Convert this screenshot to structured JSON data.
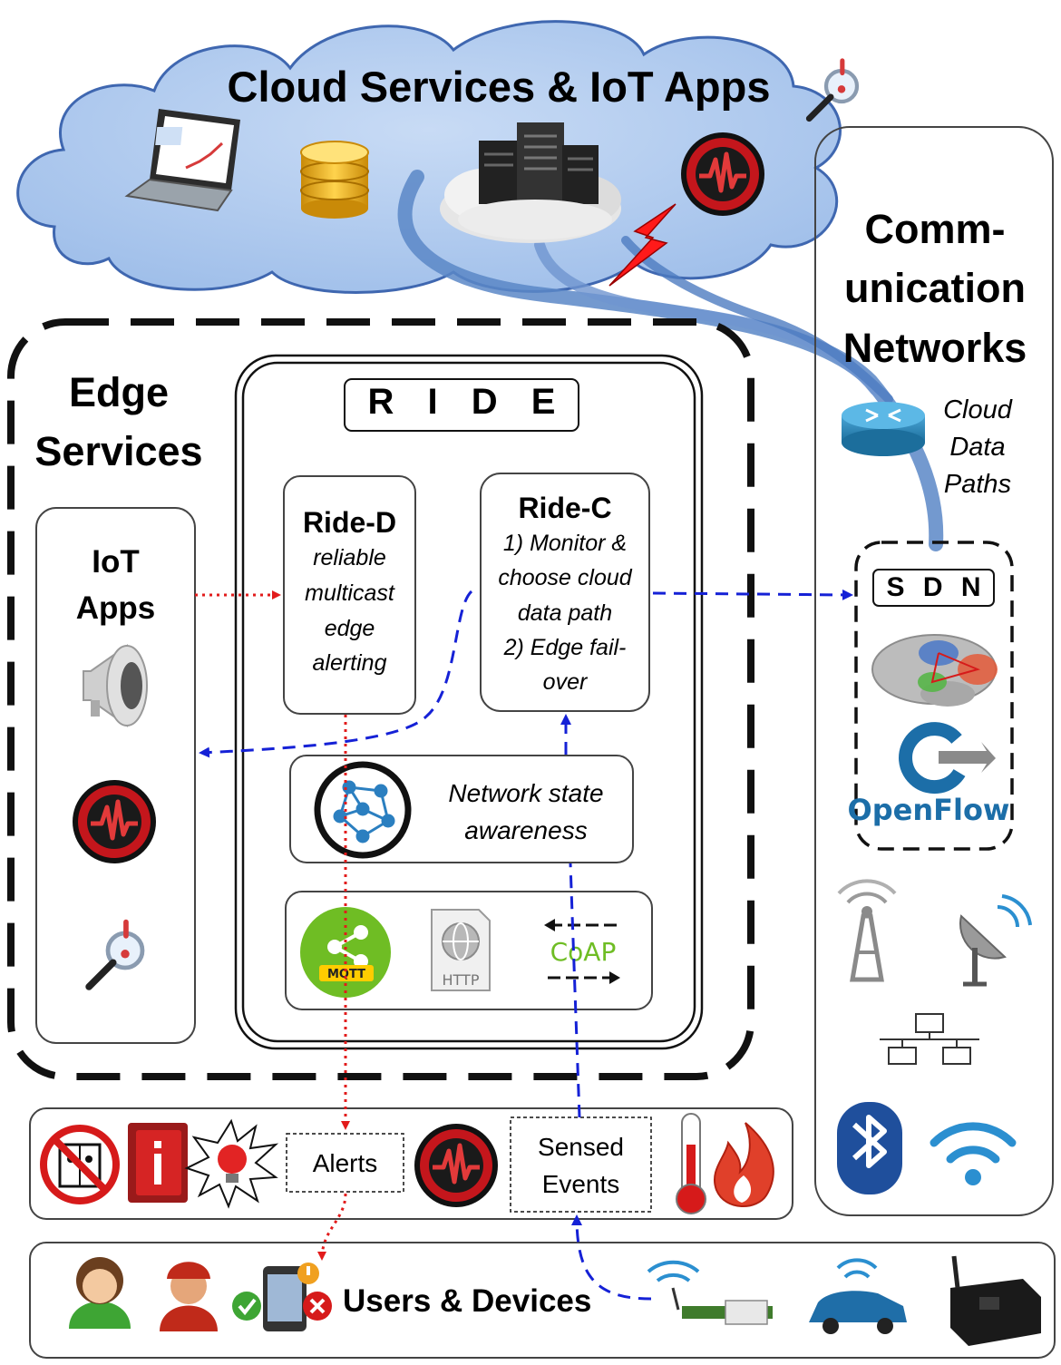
{
  "cloud": {
    "title": "Cloud Services & IoT Apps"
  },
  "comm": {
    "title_line1": "Comm-",
    "title_line2": "unication",
    "title_line3": "Networks",
    "paths_line1": "Cloud",
    "paths_line2": "Data",
    "paths_line3": "Paths"
  },
  "sdn": {
    "label": "S D N",
    "openflow": "OpenFlow"
  },
  "edge": {
    "title_line1": "Edge",
    "title_line2": "Services"
  },
  "iot": {
    "title_line1": "IoT",
    "title_line2": "Apps"
  },
  "ride": {
    "label": "R I D E"
  },
  "ride_d": {
    "title": "Ride-D",
    "line1": "reliable",
    "line2": "multicast",
    "line3": "edge",
    "line4": "alerting"
  },
  "ride_c": {
    "title": "Ride-C",
    "line1": "1) Monitor &",
    "line2": "choose cloud",
    "line3": "data path",
    "line4": "2) Edge fail-",
    "line5": "over"
  },
  "network_state": {
    "line1": "Network state",
    "line2": "awareness"
  },
  "protocols": {
    "mqtt": "MQTT",
    "http": "HTTP",
    "coap": "CoAP"
  },
  "events": {
    "alerts": "Alerts",
    "sensed_line1": "Sensed",
    "sensed_line2": "Events"
  },
  "users": {
    "title": "Users & Devices"
  },
  "colors": {
    "cloud_fill": "#a9c6ee",
    "cloud_stroke": "#3f67b0",
    "red_arrow": "#e21b1b",
    "blue_arrow": "#1521d6",
    "data_path": "#5b87c7",
    "mqtt_green": "#6fbd24",
    "logo_red": "#c4161c",
    "bluetooth": "#1f4f9c"
  }
}
